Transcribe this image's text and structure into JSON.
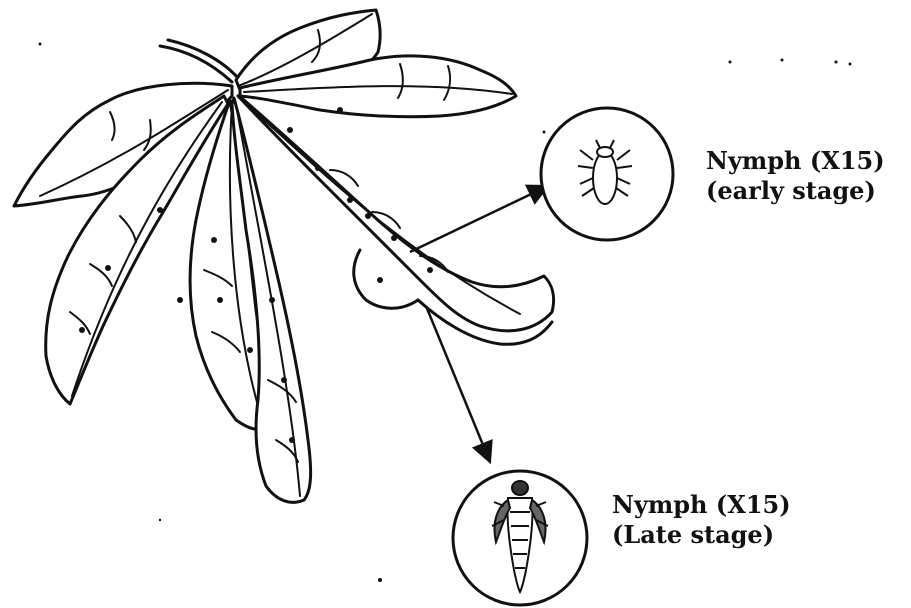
{
  "figure": {
    "colors": {
      "ink": "#111111",
      "background": "#ffffff"
    },
    "callouts": [
      {
        "id": "early",
        "name_line": "Nymph (X15)",
        "stage_line": "(early stage)",
        "icon": "nymph-early-icon"
      },
      {
        "id": "late",
        "name_line": "Nymph (X15)",
        "stage_line": "(Late stage)",
        "icon": "nymph-late-icon"
      }
    ],
    "main_illustration": "cassava-leaf-with-mealybug-spots"
  }
}
